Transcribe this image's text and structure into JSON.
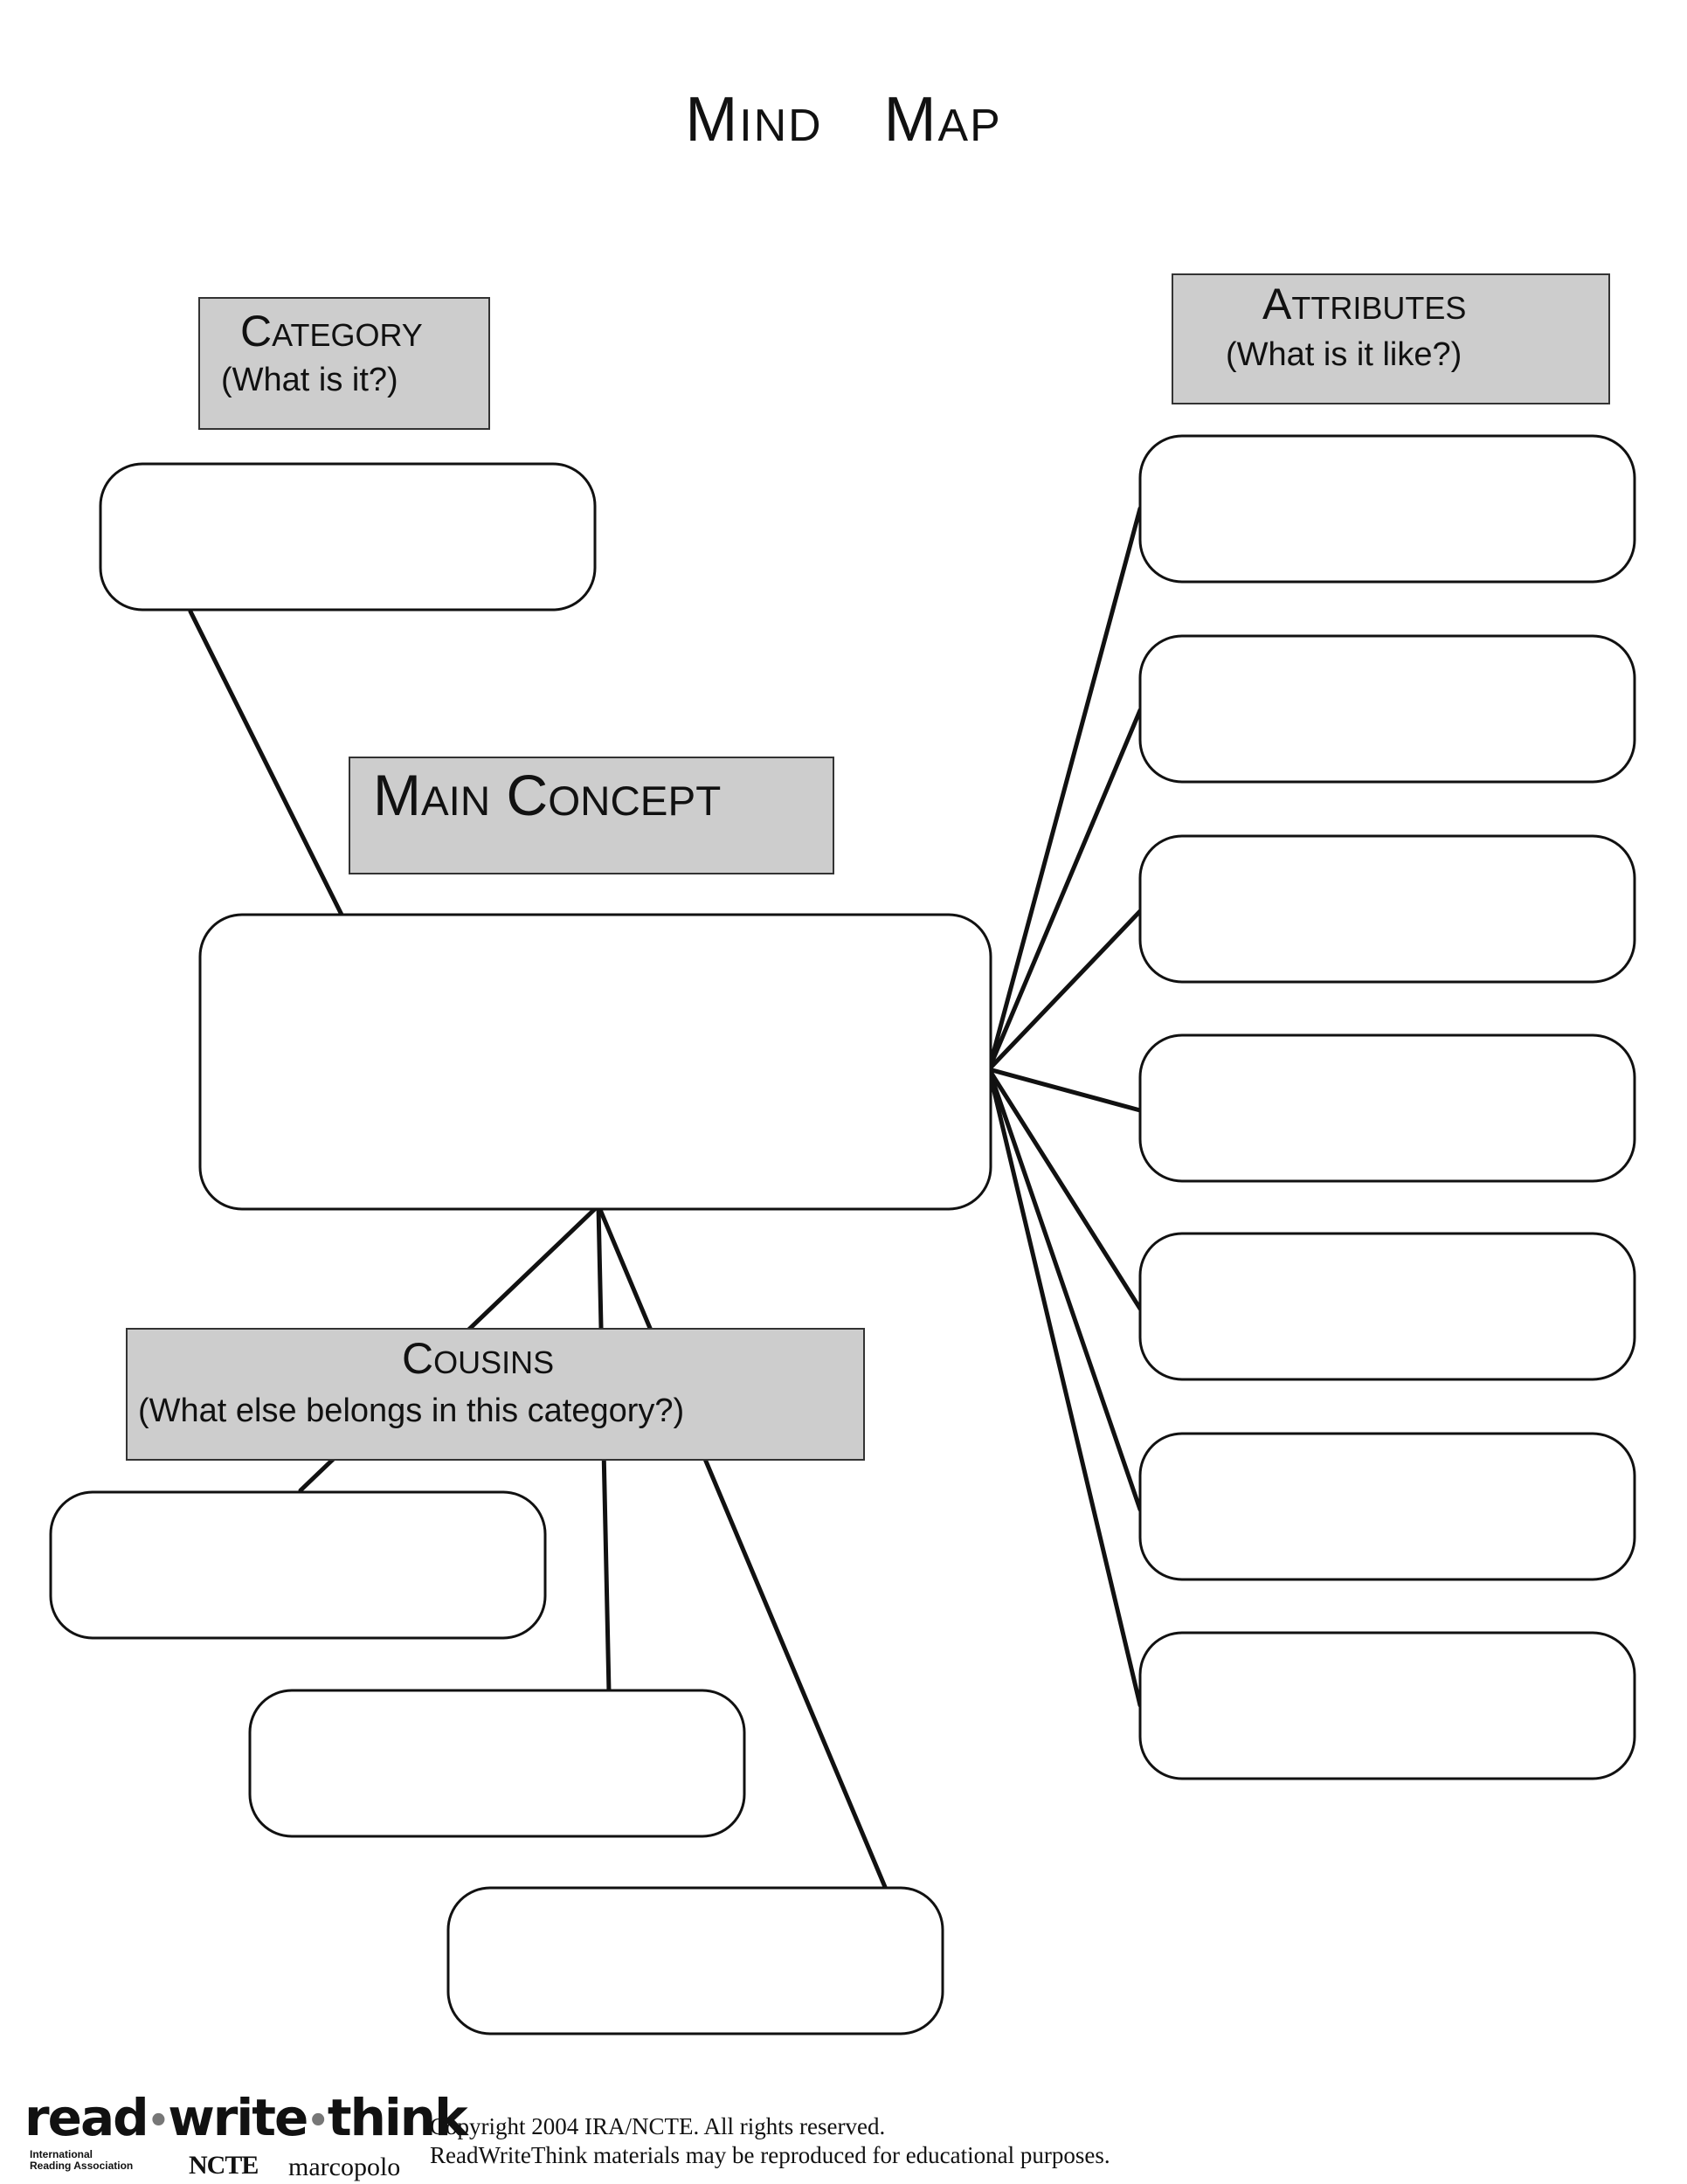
{
  "title": {
    "lead_1": "M",
    "rest_1": "IND",
    "lead_2": "M",
    "rest_2": "AP"
  },
  "category": {
    "lead": "C",
    "rest": "ATEGORY",
    "question": "(What is it?)"
  },
  "attributes": {
    "lead": "A",
    "rest": "TTRIBUTES",
    "question": "(What is it like?)"
  },
  "main_concept": {
    "lead_1": "M",
    "rest_1": "AIN",
    "lead_2": "C",
    "rest_2": "ONCEPT"
  },
  "cousins": {
    "lead": "C",
    "rest": "OUSINS",
    "question": "(What else belongs in this category?)"
  },
  "footer": {
    "logo_read": "read",
    "logo_write": "write",
    "logo_think": "think",
    "logo_dot": "•",
    "ira_line1": "International",
    "ira_line2": "Reading Association",
    "ncte": "NCTE",
    "marcopolo": "marcopolo",
    "copyright_line1": "Copyright 2004 IRA/NCTE. All rights reserved.",
    "copyright_line2": "ReadWriteThink materials may be reproduced for educational purposes."
  }
}
